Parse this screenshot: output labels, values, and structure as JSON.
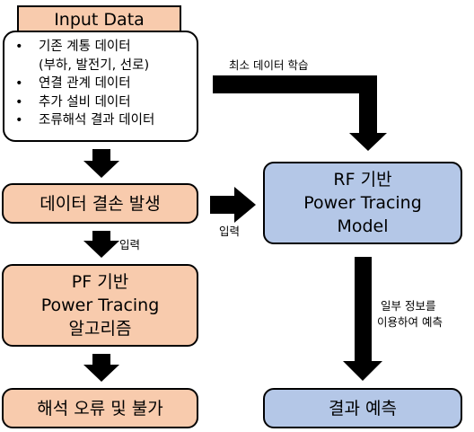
{
  "input_data": {
    "title": "Input Data",
    "items": [
      {
        "bullet": "•",
        "text": "기존 계통 데이터"
      },
      {
        "bullet": "",
        "text": "(부하, 발전기, 선로)"
      },
      {
        "bullet": "•",
        "text": "연결 관계 데이터"
      },
      {
        "bullet": "•",
        "text": "추가 설비 데이터"
      },
      {
        "bullet": "•",
        "text": "조류해석 결과 데이터"
      }
    ]
  },
  "left_flow": {
    "missing_data": "데이터 결손 발생",
    "input_label": "입력",
    "pf_line1": "PF 기반",
    "pf_line2": "Power Tracing",
    "pf_line3": "알고리즘",
    "error": "해석 오류 및 불가"
  },
  "right_flow": {
    "train_label": "최소 데이터 학습",
    "input_label": "입력",
    "rf_line1": "RF 기반",
    "rf_line2": "Power Tracing",
    "rf_line3": "Model",
    "predict_label_line1": "일부 정보를",
    "predict_label_line2": "이용하여 예측",
    "result": "결과 예측"
  },
  "colors": {
    "orange_box": "#f8cbad",
    "blue_box": "#b4c7e7",
    "arrow": "#000000"
  }
}
